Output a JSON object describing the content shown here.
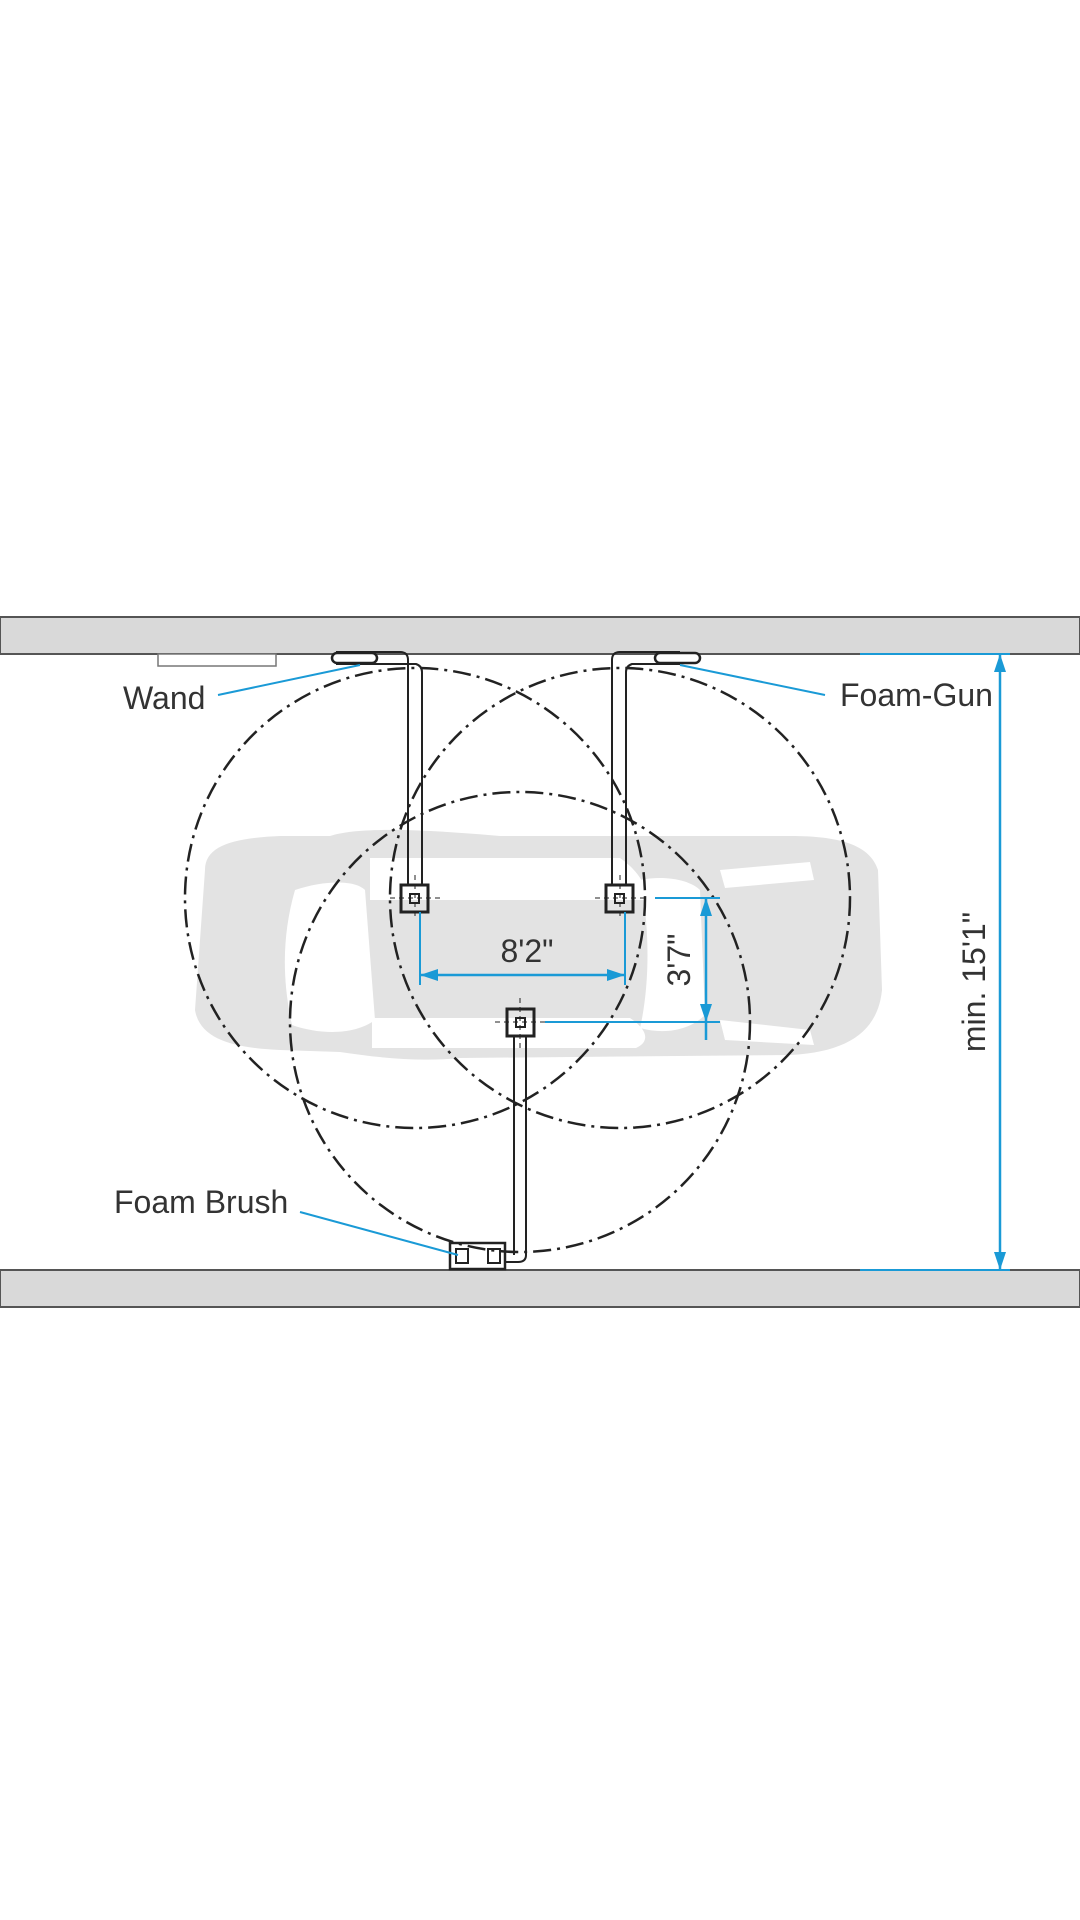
{
  "labels": {
    "wand": "Wand",
    "foam_gun": "Foam-Gun",
    "foam_brush": "Foam Brush"
  },
  "dimensions": {
    "boom_spacing": "8'2\"",
    "offset": "3'7\"",
    "bay_width": "min. 15'1\""
  },
  "colors": {
    "wall": "#d9d9d9",
    "wall_stroke": "#555555",
    "line": "#222222",
    "dimension": "#1a9ad6",
    "car": "#e3e3e3"
  }
}
